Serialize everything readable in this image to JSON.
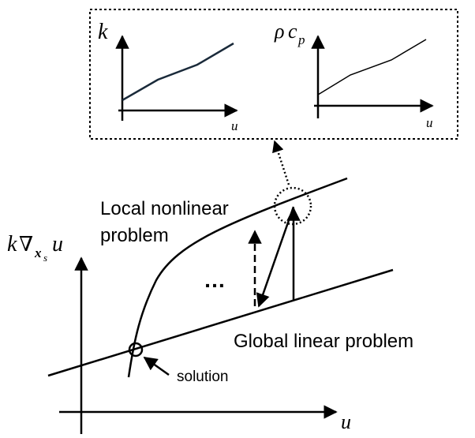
{
  "inset": {
    "left_plot": {
      "ylabel": "k",
      "xlabel": "u"
    },
    "right_plot": {
      "ylabel_rho": "ρ",
      "ylabel_c": "c",
      "ylabel_sub": "p",
      "xlabel": "u"
    }
  },
  "main": {
    "ylabel_k": "k",
    "ylabel_nabla": "∇",
    "ylabel_x": "x",
    "ylabel_s": "s",
    "ylabel_u": "u",
    "xlabel": "u",
    "local_label_line1": "Local nonlinear",
    "local_label_line2": "problem",
    "global_label": "Global linear problem",
    "ellipsis": "…",
    "solution_label": "solution"
  },
  "colors": {
    "stroke": "#000000",
    "inset_curve": "#1a2a3a"
  }
}
